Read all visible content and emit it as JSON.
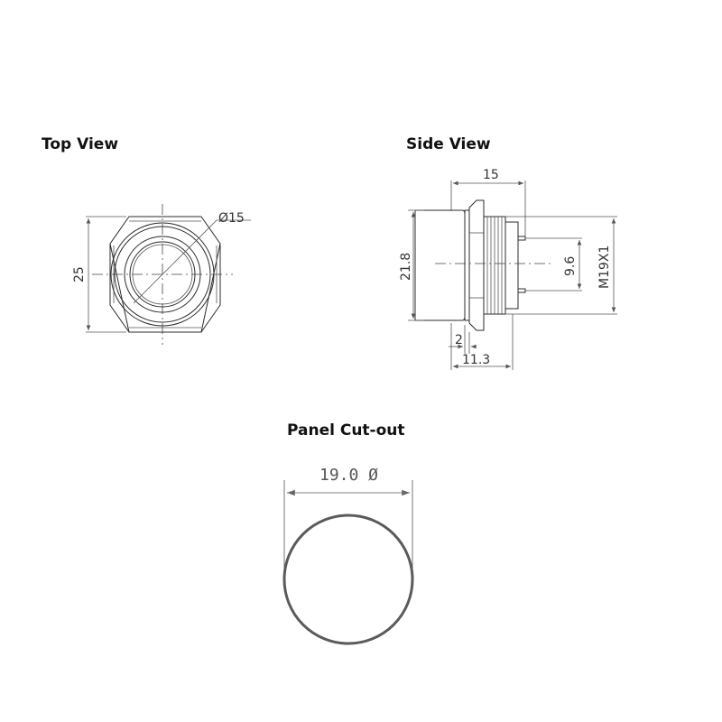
{
  "views": {
    "top_title": "Top View",
    "side_title": "Side View",
    "panel_title": "Panel Cut-out"
  },
  "top_view": {
    "dim_diameter": "Ø15",
    "dim_height": "25"
  },
  "side_view": {
    "dim_length": "15",
    "dim_height": "21.8",
    "dim_pin": "9.6",
    "dim_thread": "M19X1",
    "dim_flange": "2",
    "dim_body": "11.3"
  },
  "panel_cutout": {
    "dim_diameter": "19.0 Ø"
  },
  "colors": {
    "line": "#2b2b2b",
    "cutout_circle": "#5a5a5a"
  }
}
